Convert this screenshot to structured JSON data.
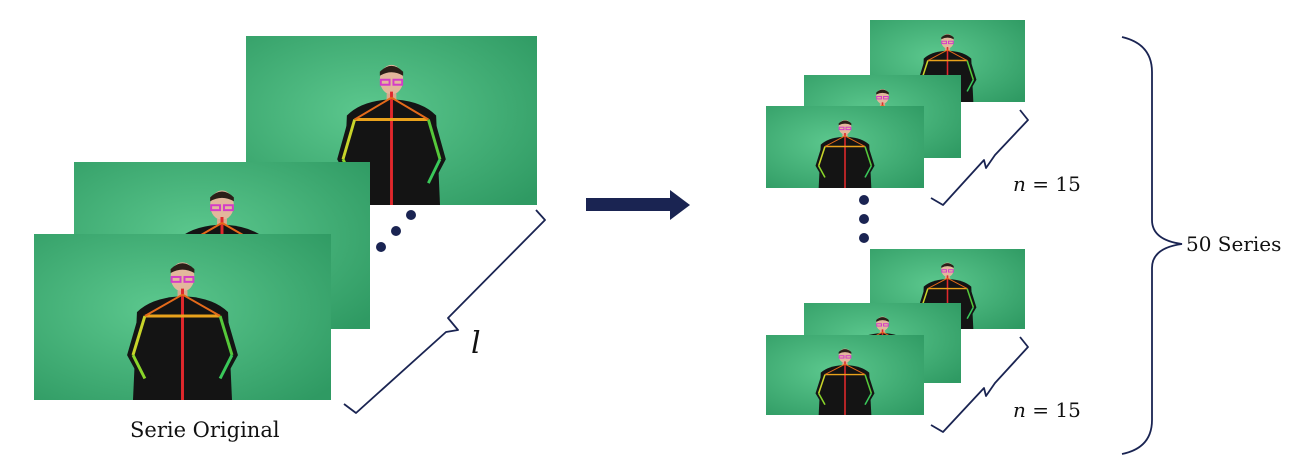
{
  "caption": "Serie Original",
  "length_symbol": "l",
  "subseries_label_var": "n",
  "subseries_label_eq": "= 15",
  "series_count_label": "50 Series",
  "colors": {
    "green_screen": "#45b47a",
    "arrow": "#1a2452",
    "brace": "#1a2452",
    "dots": "#1a2452"
  },
  "icons": [
    "person-skeleton-icon"
  ]
}
